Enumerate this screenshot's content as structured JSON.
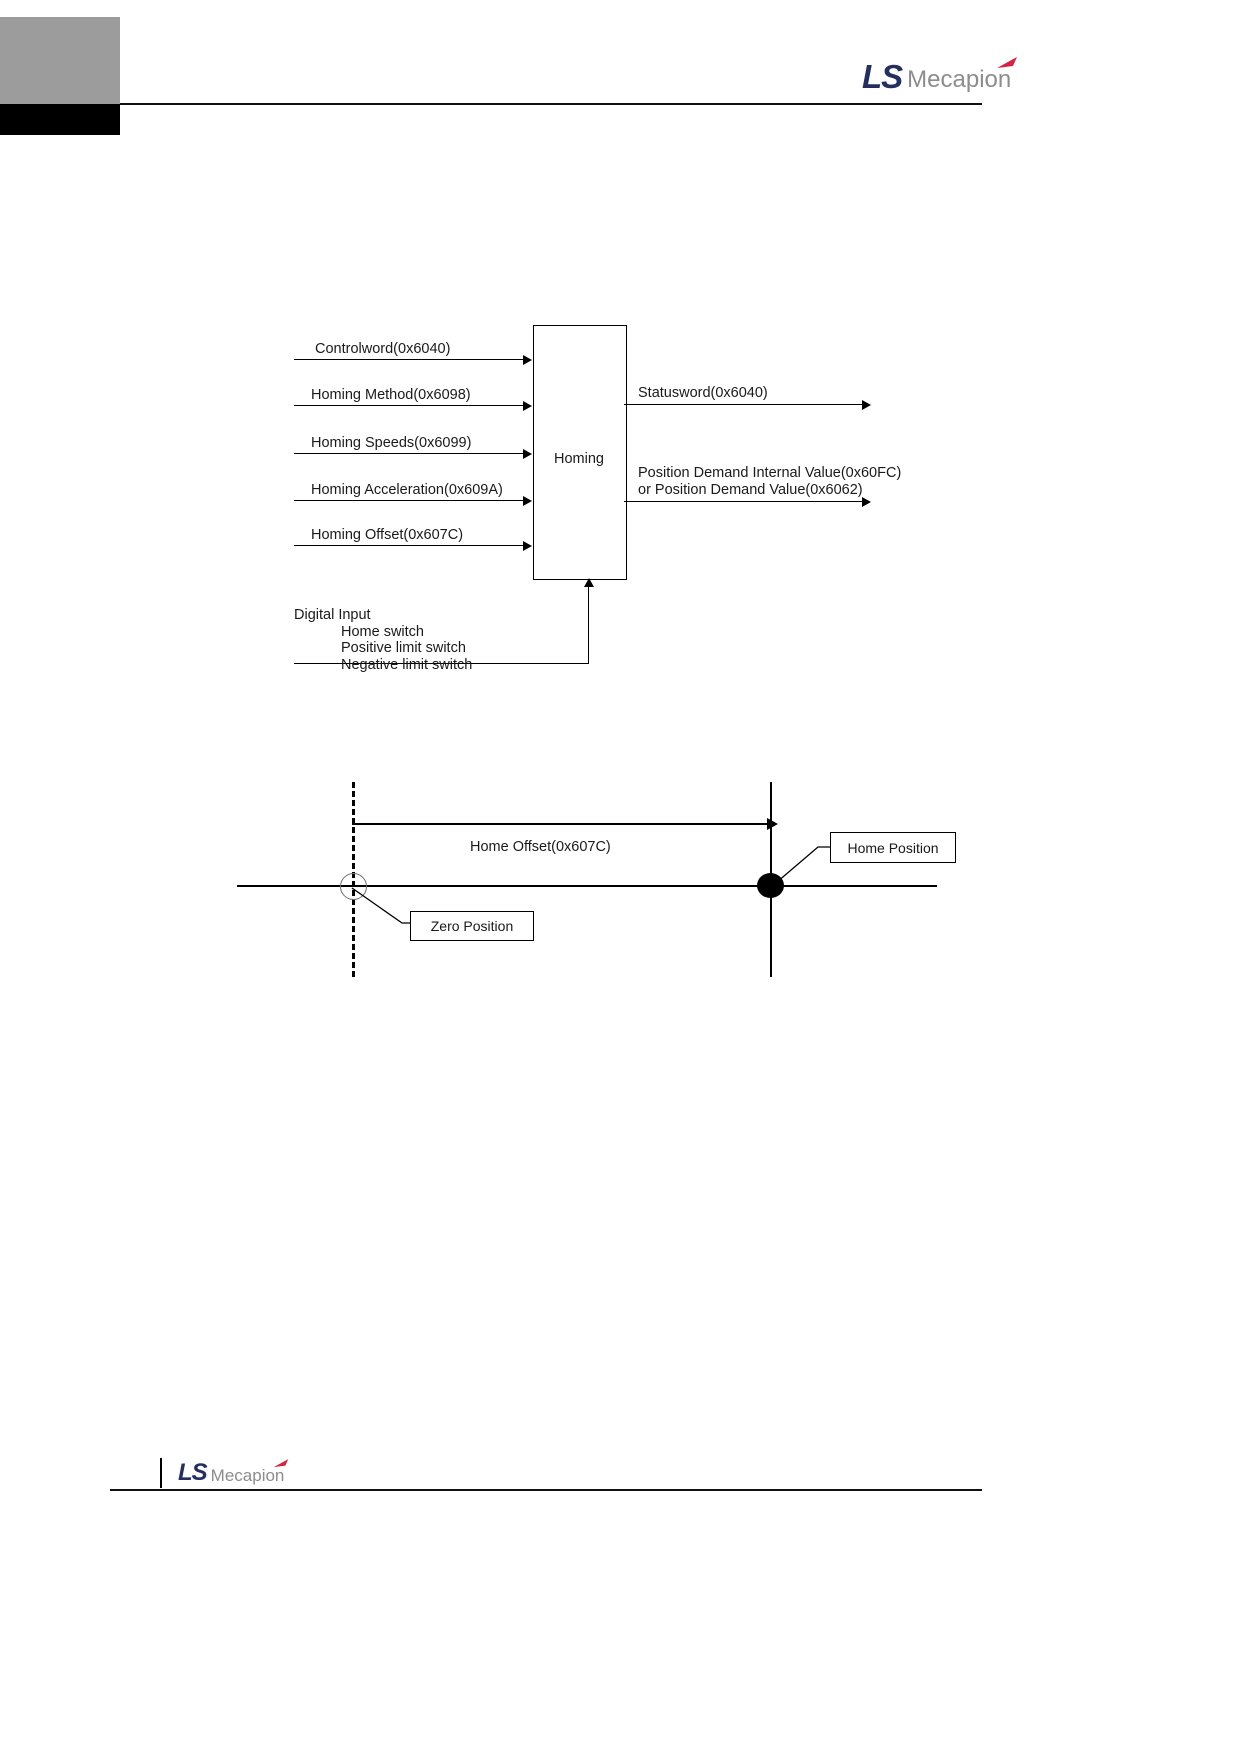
{
  "header": {
    "logo": {
      "brand": "LS",
      "word": "Mecapion",
      "brand_color": "#252f5f",
      "word_color": "#8d8d8d",
      "swoosh_color": "#d3233d"
    }
  },
  "footer": {
    "logo": {
      "brand": "LS",
      "word": "Mecapion"
    }
  },
  "block_diagram": {
    "box_label": "Homing",
    "inputs": [
      {
        "label": "Controlword(0x6040)"
      },
      {
        "label": "Homing Method(0x6098)"
      },
      {
        "label": "Homing Speeds(0x6099)"
      },
      {
        "label": "Homing Acceleration(0x609A)"
      },
      {
        "label": "Homing Offset(0x607C)"
      }
    ],
    "outputs": [
      {
        "label": "Statusword(0x6040)"
      },
      {
        "label_line1": "Position Demand Internal Value(0x60FC)",
        "label_line2": "or Position Demand Value(0x6062)"
      }
    ],
    "digital_input": {
      "title": "Digital Input",
      "items": [
        "Home switch",
        "Positive limit switch",
        "Negative limit switch"
      ]
    }
  },
  "offset_diagram": {
    "offset_label": "Home Offset(0x607C)",
    "zero_position_label": "Zero Position",
    "home_position_label": "Home Position"
  }
}
